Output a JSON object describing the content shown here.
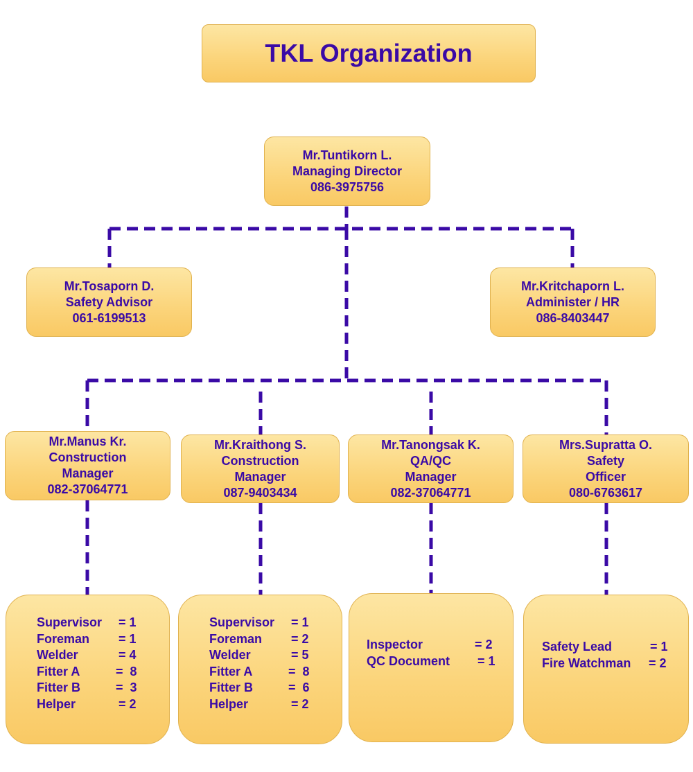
{
  "title": "TKL Organization",
  "colors": {
    "box_fill": "#fbd47a",
    "box_border": "#e0b14d",
    "text": "#3a0aa6",
    "connector": "#3a0aa6"
  },
  "top": {
    "name": "Mr.Tuntikorn  L.",
    "role": "Managing Director",
    "phone": "086-3975756"
  },
  "advisors": [
    {
      "name": "Mr.Tosaporn D.",
      "role": "Safety Advisor",
      "phone": "061-6199513"
    },
    {
      "name": "Mr.Kritchaporn L.",
      "role": "Administer / HR",
      "phone": "086-8403447"
    }
  ],
  "managers": [
    {
      "name": "Mr.Manus Kr.",
      "role_line1": "Construction",
      "role_line2": "Manager",
      "phone": "082-37064771"
    },
    {
      "name": "Mr.Kraithong S.",
      "role_line1": "Construction",
      "role_line2": "Manager",
      "phone": "087-9403434"
    },
    {
      "name": "Mr.Tanongsak K.",
      "role_line1": "QA/QC",
      "role_line2": "Manager",
      "phone": "082-37064771"
    },
    {
      "name": "Mrs.Supratta O.",
      "role_line1": "Safety",
      "role_line2": "Officer",
      "phone": "080-6763617"
    }
  ],
  "teams": [
    {
      "rows": [
        {
          "label": "Supervisor",
          "count": "= 1"
        },
        {
          "label": "Foreman",
          "count": "= 1"
        },
        {
          "label": "Welder",
          "count": "= 4"
        },
        {
          "label": "Fitter A",
          "count": "=  8"
        },
        {
          "label": "Fitter B",
          "count": "=  3"
        },
        {
          "label": "Helper",
          "count": "= 2"
        }
      ]
    },
    {
      "rows": [
        {
          "label": "Supervisor",
          "count": "= 1"
        },
        {
          "label": "Foreman",
          "count": "= 2"
        },
        {
          "label": "Welder",
          "count": "= 5"
        },
        {
          "label": "Fitter A",
          "count": "=  8"
        },
        {
          "label": "Fitter B",
          "count": "=  6"
        },
        {
          "label": "Helper",
          "count": "= 2"
        }
      ]
    },
    {
      "rows": [
        {
          "label": "Inspector",
          "count": "= 2"
        },
        {
          "label": "QC Document",
          "count": "= 1"
        }
      ]
    },
    {
      "rows": [
        {
          "label": "Safety Lead",
          "count": "= 1"
        },
        {
          "label": "Fire Watchman",
          "count": "= 2"
        }
      ]
    }
  ]
}
